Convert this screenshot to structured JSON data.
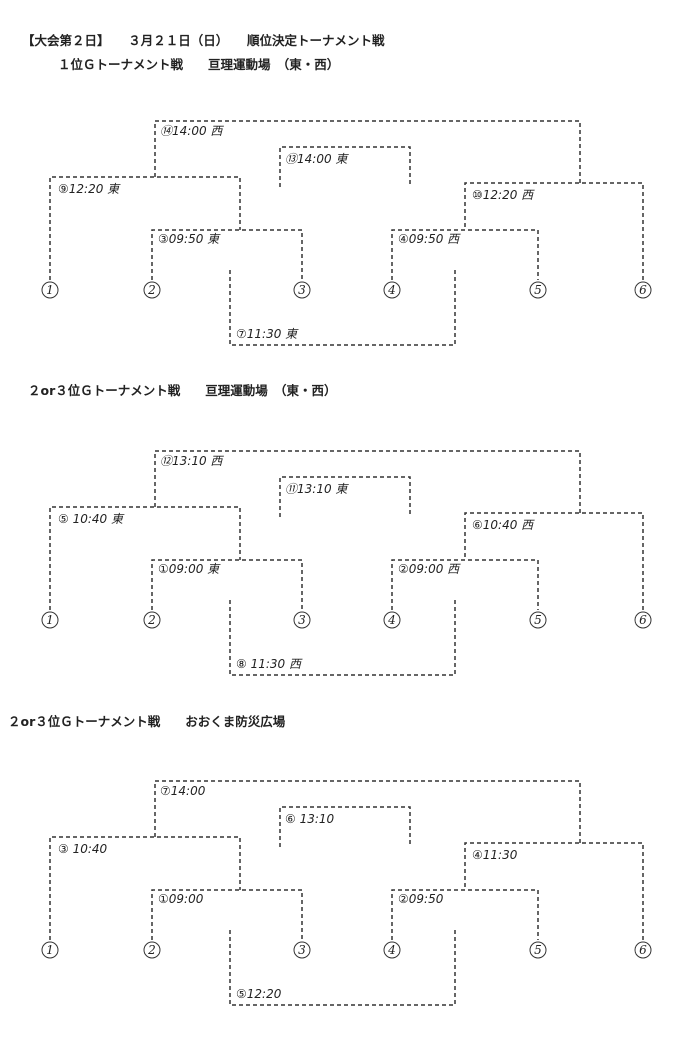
{
  "header": {
    "line1": "【大会第２日】　　３月２１日（日）　　順位決定トーナメント戦",
    "line2": "１位Ｇトーナメント戦　　亘理運動場　（東・西）"
  },
  "sections": [
    {
      "title": "",
      "teams": [
        "1",
        "2",
        "3",
        "4",
        "5",
        "6"
      ],
      "matches": {
        "a": "③09:50 東",
        "b": "④09:50 西",
        "c": "⑦11:30 東",
        "d": "⑨12:20 東",
        "e": "⑩12:20 西",
        "f": "⑬14:00 東",
        "g": "⑭14:00 西"
      }
    },
    {
      "title": "２or３位Ｇトーナメント戦　　亘理運動場　（東・西）",
      "teams": [
        "1",
        "2",
        "3",
        "4",
        "5",
        "6"
      ],
      "matches": {
        "a": "①09:00 東",
        "b": "②09:00 西",
        "c": "⑧ 11:30 西",
        "d": "⑤ 10:40 東",
        "e": "⑥10:40 西",
        "f": "⑪13:10 東",
        "g": "⑫13:10 西"
      }
    },
    {
      "title": "２or３位Ｇトーナメント戦　　おおくま防災広場",
      "teams": [
        "1",
        "2",
        "3",
        "4",
        "5",
        "6"
      ],
      "matches": {
        "a": "①09:00",
        "b": "②09:50",
        "c": "⑤12:20",
        "d": "③ 10:40",
        "e": "④11:30",
        "f": "⑥ 13:10",
        "g": "⑦14:00"
      }
    }
  ]
}
